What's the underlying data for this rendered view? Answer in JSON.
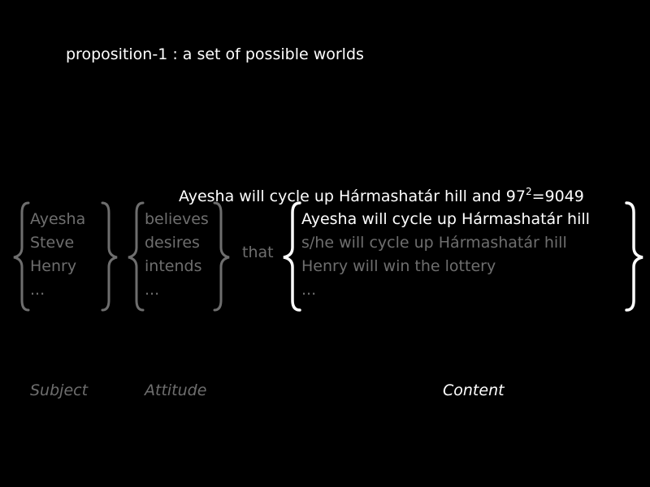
{
  "title": "proposition-1 : a set of possible worlds",
  "subjects": [
    "Ayesha",
    "Steve",
    "Henry",
    "..."
  ],
  "attitudes": [
    "believes",
    "desires",
    "intends",
    "..."
  ],
  "connector": "that",
  "content_top": {
    "prefix": "Ayesha will cycle up Hármashatár hill and 97",
    "sup": "2",
    "suffix": "=9049"
  },
  "contents": [
    "Ayesha will cycle up Hármashatár hill",
    "s/he will cycle up Hármashatár hill",
    "Henry will win the lottery",
    "..."
  ],
  "labels": {
    "subject": "Subject",
    "attitude": "Attitude",
    "content": "Content"
  },
  "colors": {
    "background": "#000000",
    "highlight": "#ffffff",
    "muted": "#6e6e6e"
  }
}
